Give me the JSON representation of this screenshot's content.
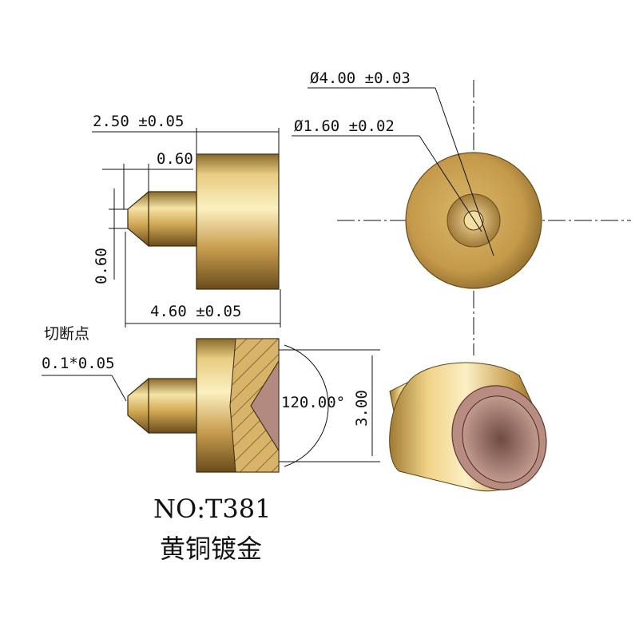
{
  "dimensions": {
    "outer_diameter": "Ø4.00 ±0.03",
    "inner_diameter": "Ø1.60 ±0.02",
    "body_length": "2.50 ±0.05",
    "pin_length": "0.60",
    "pin_diameter": "0.60",
    "total_length": "4.60 ±0.05",
    "cone_angle": "120.00°",
    "height": "3.00"
  },
  "cut_point": {
    "label": "切断点",
    "value": "0.1*0.05"
  },
  "part": {
    "number": "NO:T381",
    "material": "黄铜镀金"
  },
  "colors": {
    "brass_light": "#f7e7a8",
    "brass_mid": "#d9b25e",
    "brass_dark": "#7a5a22",
    "copper": "#b08a80",
    "line": "#111111"
  }
}
